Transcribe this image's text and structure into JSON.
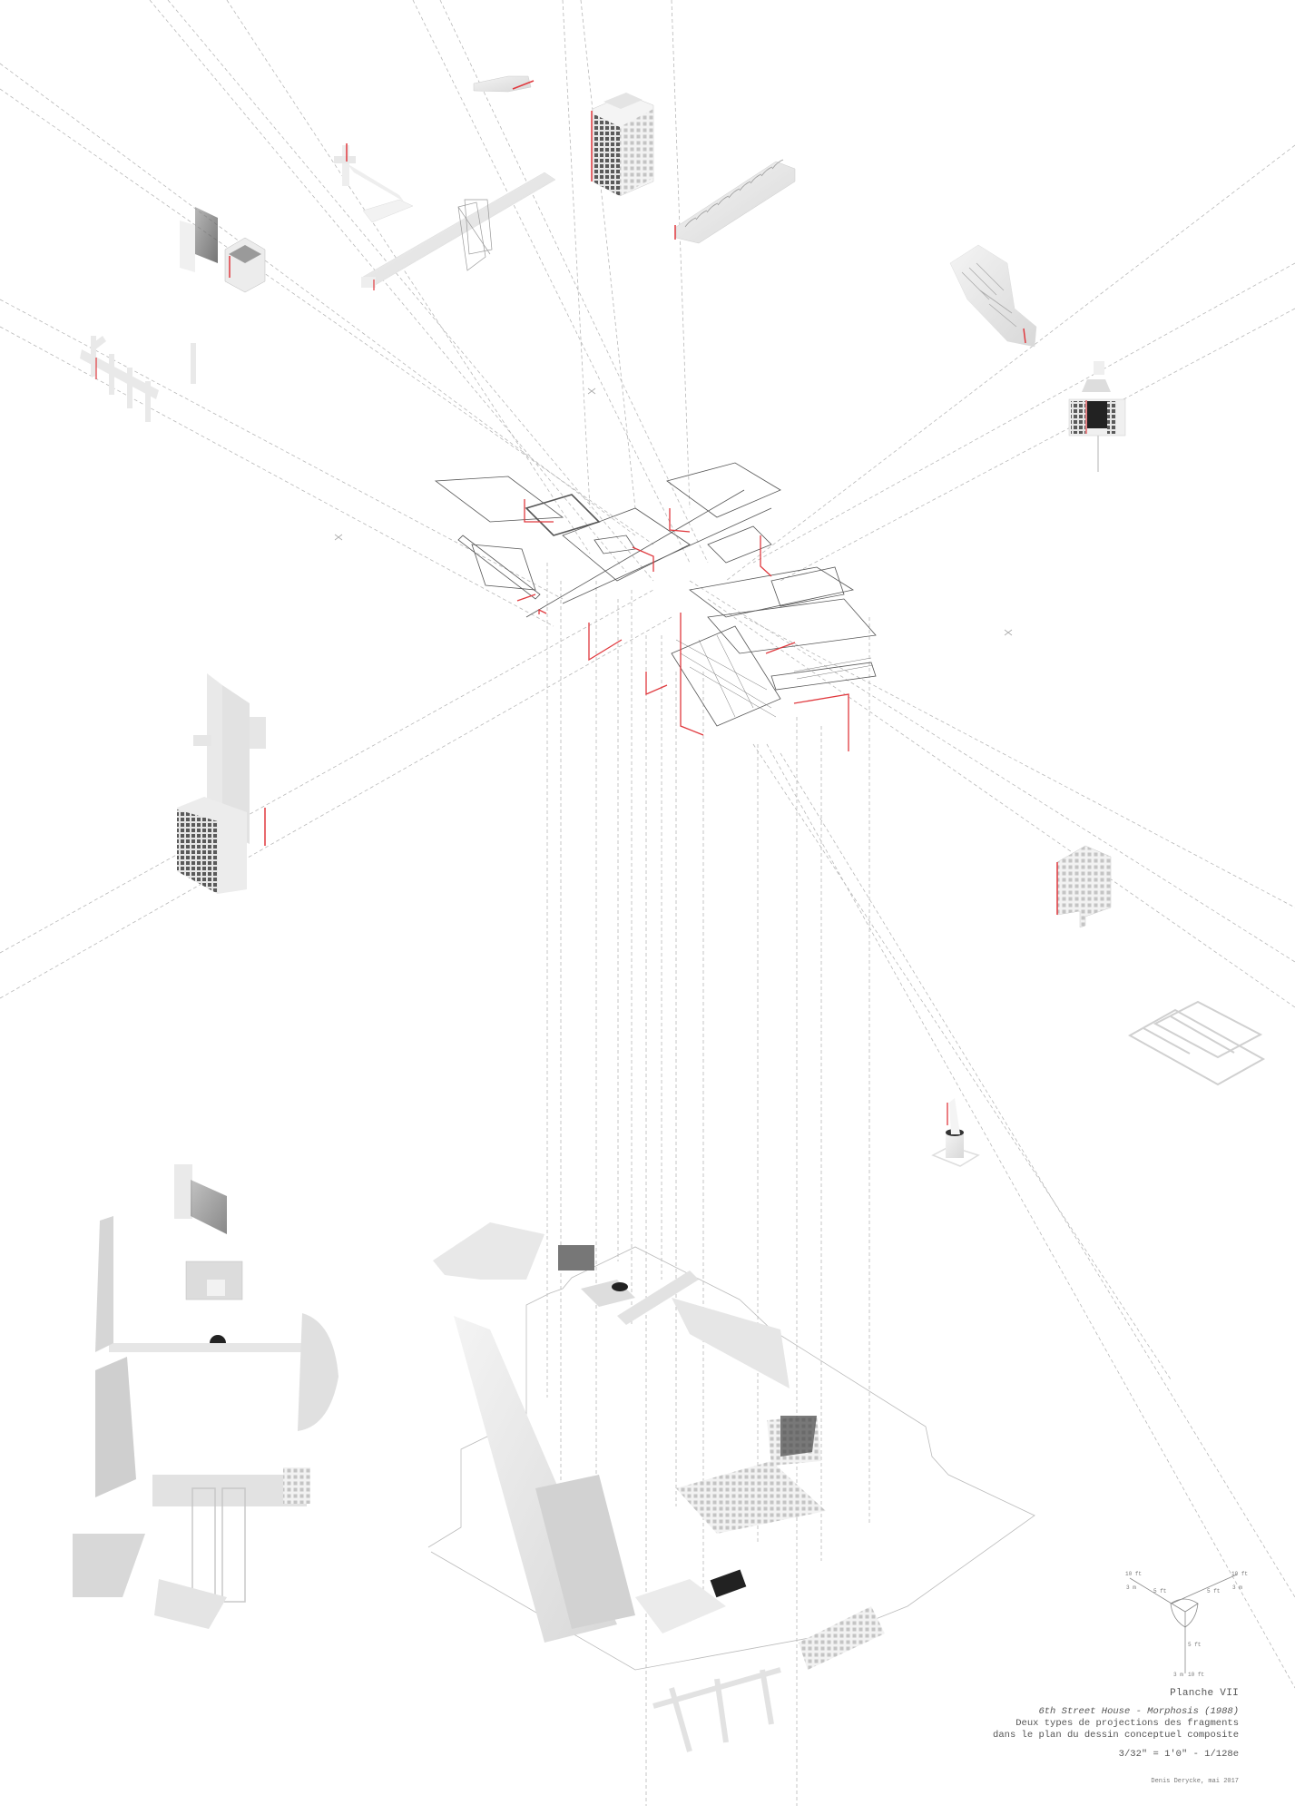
{
  "plate": {
    "number": "Planche VII",
    "project": "6th Street House - Morphosis (1988)",
    "description_line1": "Deux types de projections des fragments",
    "description_line2": "dans le plan du dessin conceptuel composite",
    "scale": "3/32\" = 1'0\" - 1/128e",
    "author": "Denis Derycke, mai 2017"
  },
  "axis_indicator": {
    "left_end": "10 ft",
    "left_metric": "3 m",
    "left_mid": "5 ft",
    "right_end": "10 ft",
    "right_metric": "3 m",
    "right_mid": "5 ft",
    "down_mid": "5 ft",
    "down_end": "10 ft",
    "down_metric": "3 m"
  },
  "colors": {
    "background": "#ffffff",
    "projection_line": "#b5b5b5",
    "linework": "#444444",
    "accent_red": "#e0393e",
    "render_light": "#ececec",
    "render_mid": "#cfcfcf",
    "render_dark": "#5a5a5a"
  },
  "fragments": [
    "tower-building",
    "small-stair",
    "beam-with-cross",
    "long-beam-with-truss",
    "walls-and-box",
    "cross-posts-row",
    "vaulted-stair",
    "curved-stair",
    "facade-box",
    "wall-with-grid-box",
    "grid-u-wall",
    "ladder-frames",
    "cylinder-spike"
  ]
}
